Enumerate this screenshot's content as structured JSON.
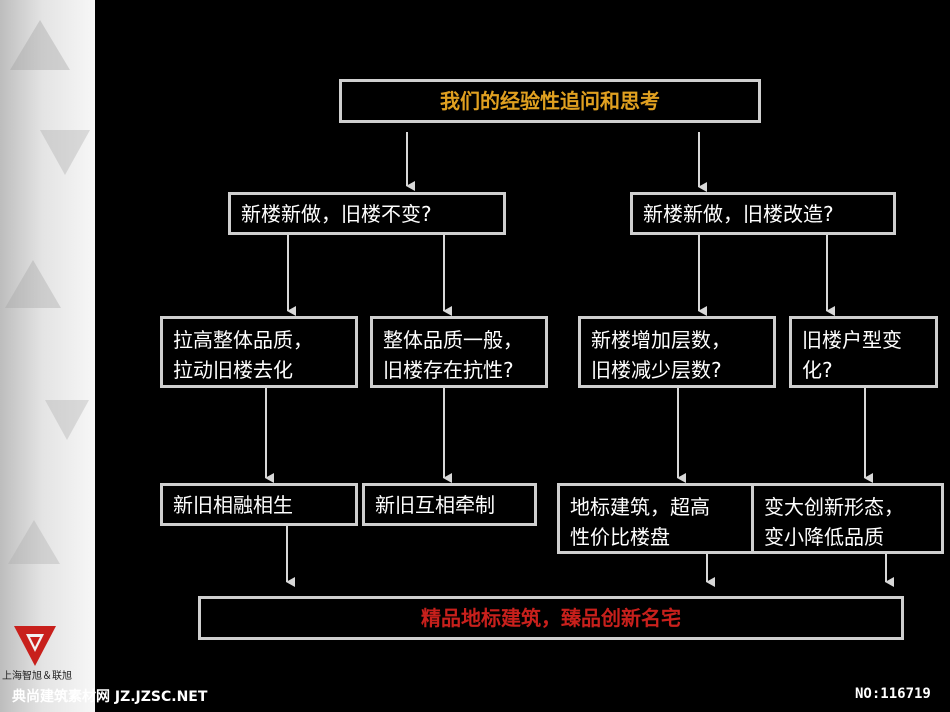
{
  "colors": {
    "background": "#000000",
    "box_border": "#cfcfcf",
    "title_text": "#e0a020",
    "conclusion_text": "#c8201c",
    "logo_red": "#c8201c"
  },
  "flowchart": {
    "title": "我们的经验性追问和思考",
    "branch_left": "新楼新做，旧楼不变?",
    "branch_right": "新楼新做，旧楼改造?",
    "q1": [
      "拉高整体品质，",
      "拉动旧楼去化"
    ],
    "q2": [
      "整体品质一般，",
      "旧楼存在抗性?"
    ],
    "q3": [
      "新楼增加层数，",
      "旧楼减少层数?"
    ],
    "q4": [
      "旧楼户型变",
      "化?"
    ],
    "r1": "新旧相融相生",
    "r2": "新旧互相牵制",
    "r3": [
      "地标建筑，超高",
      "性价比楼盘"
    ],
    "r4": [
      "变大创新形态，",
      "变小降低品质"
    ],
    "conclusion": "精品地标建筑，臻品创新名宅"
  },
  "branding": {
    "company": "上海智旭＆联旭",
    "logo_icon": "red-triangle-logo"
  },
  "watermarks": {
    "left": "典尚建筑素材网 JZ.JZSC.NET",
    "right": "NO:116719"
  }
}
